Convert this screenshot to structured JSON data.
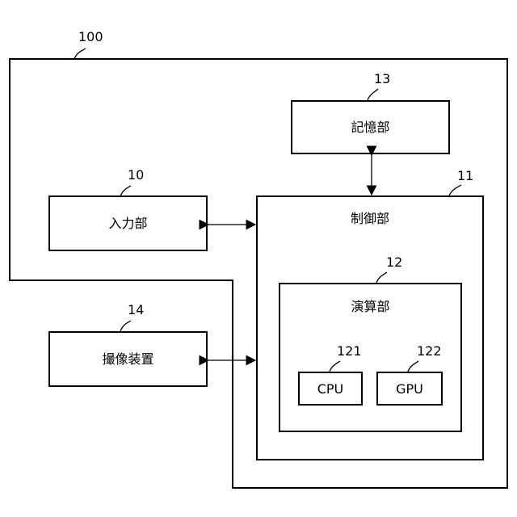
{
  "diagram": {
    "system_ref": "100",
    "blocks": {
      "input": {
        "ref": "10",
        "label": "入力部"
      },
      "control": {
        "ref": "11",
        "label": "制御部"
      },
      "compute": {
        "ref": "12",
        "label": "演算部"
      },
      "storage": {
        "ref": "13",
        "label": "記憶部"
      },
      "camera": {
        "ref": "14",
        "label": "撮像装置"
      },
      "cpu": {
        "ref": "121",
        "label": "CPU"
      },
      "gpu": {
        "ref": "122",
        "label": "GPU"
      }
    },
    "colors": {
      "line": "#000000",
      "background": "#ffffff"
    }
  }
}
